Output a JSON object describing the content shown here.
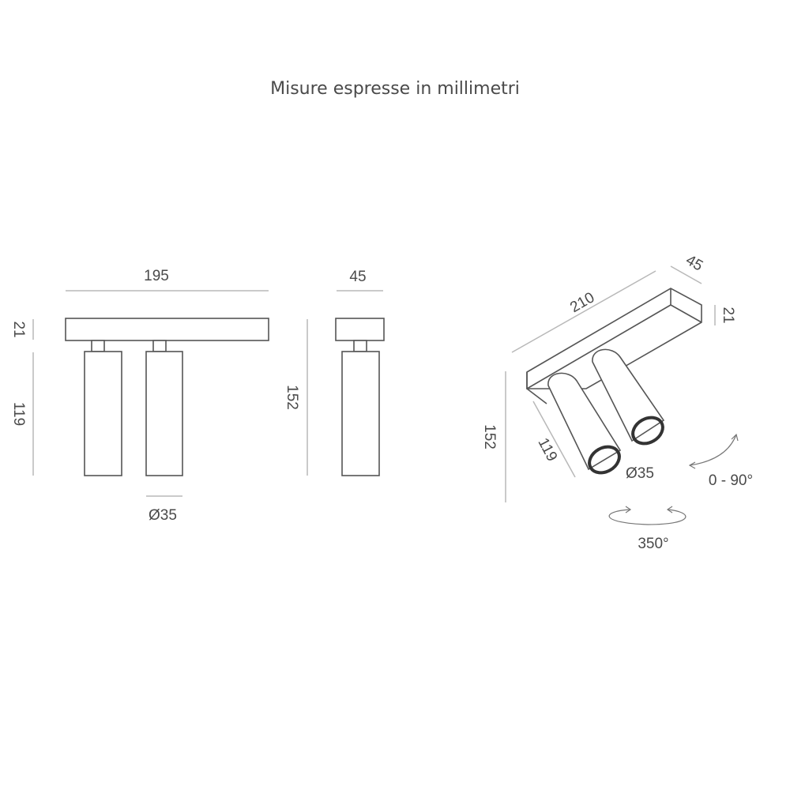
{
  "title": "Misure espresse in millimetri",
  "front_view": {
    "width_label": "195",
    "bar_height_label": "21",
    "tube_length_label": "119",
    "diameter_label": "Ø35"
  },
  "side_view": {
    "depth_label": "45",
    "total_height_label": "152"
  },
  "iso_view": {
    "length_label": "210",
    "depth_label": "45",
    "bar_height_label": "21",
    "total_height_label": "152",
    "tube_length_label": "119",
    "diameter_label": "Ø35",
    "tilt_label": "0 - 90°",
    "rotation_label": "350°"
  }
}
